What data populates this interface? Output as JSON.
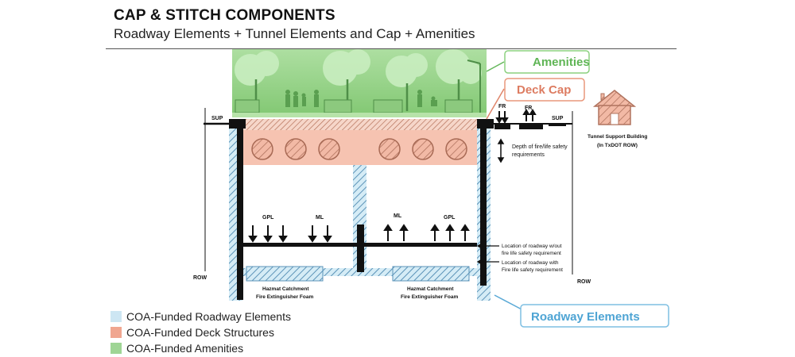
{
  "title": "CAP & STITCH COMPONENTS",
  "subtitle": "Roadway Elements + Tunnel Elements and Cap + Amenities",
  "callouts": {
    "amenities": "Amenities",
    "deck_cap": "Deck Cap",
    "roadway_elements": "Roadway Elements"
  },
  "labels": {
    "sup_left": "SUP",
    "sup_right": "SUP",
    "fr1": "FR",
    "fr2": "FR",
    "row_left": "ROW",
    "row_right": "ROW",
    "depth_line1": "Depth of fire/life safety",
    "depth_line2": "requirements",
    "building_line1": "Tunnel Support Building",
    "building_line2": "(In TxDOT ROW)",
    "gpl_left": "GPL",
    "ml_left": "ML",
    "ml_right": "ML",
    "gpl_right": "GPL",
    "loc_without_1": "Location of roadway w/out",
    "loc_without_2": "fire life safety requirement",
    "loc_with_1": "Location of roadway with",
    "loc_with_2": "Fire life safety requirement",
    "hazmat_left_1": "Hazmat Catchment",
    "hazmat_left_2": "Fire Extinguisher Foam",
    "hazmat_right_1": "Hazmat Catchment",
    "hazmat_right_2": "Fire Extinguisher Foam"
  },
  "legend": [
    {
      "label": "COA-Funded Roadway Elements",
      "color": "#cde6f3"
    },
    {
      "label": "COA-Funded Deck Structures",
      "color": "#f0a690"
    },
    {
      "label": "COA-Funded Amenities",
      "color": "#9fd595"
    }
  ],
  "colors": {
    "amenities_green": "#64b75a",
    "deck_orange": "#e0856a",
    "roadway_blue": "#5aa9d6"
  }
}
